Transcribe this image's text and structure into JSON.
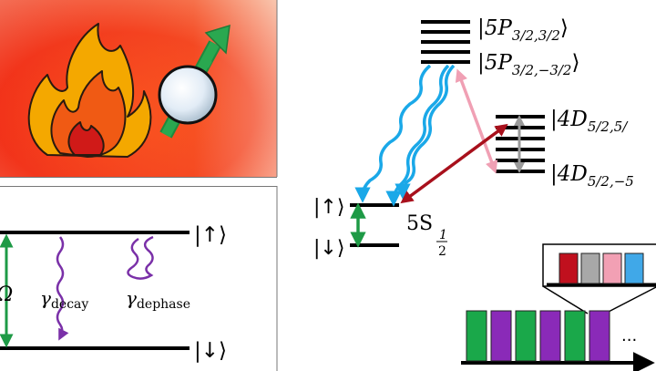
{
  "hot_panel": {
    "fire_icon": "fire-icon",
    "spin_icon": "spin-arrow-icon"
  },
  "two_level": {
    "upper_state": "|↑⟩",
    "lower_state": "|↓⟩",
    "rabi_label": "Ω",
    "decay_gamma": "γ",
    "decay_sub": "decay",
    "dephase_gamma": "γ",
    "dephase_sub": "dephase"
  },
  "atom_levels": {
    "p_upper_prefix": "|5P",
    "p_upper_sub": "3/2,3/2",
    "p_upper_suffix": "⟩",
    "p_lower_prefix": "|5P",
    "p_lower_sub": "3/2,−3/2",
    "p_lower_suffix": "⟩",
    "d_upper_prefix": "|4D",
    "d_upper_sub": "5/2,5/",
    "d_lower_prefix": "|4D",
    "d_lower_sub": "5/2,−5",
    "ground_up": "|↑⟩",
    "ground_down": "|↓⟩",
    "s_label": "5S",
    "s_num": "1",
    "s_den": "2"
  },
  "sequence": {
    "ellipsis": "...",
    "zoom_bars": [
      "#c0101e",
      "#a8a8a8",
      "#f2a0b4",
      "#40a8e8"
    ],
    "main_bars": [
      "#1aa84a",
      "#8a2ab8",
      "#1aa84a",
      "#8a2ab8",
      "#1aa84a",
      "#8a2ab8"
    ]
  },
  "colors": {
    "fire_red": "#f03018",
    "fire_orange": "#f8a000",
    "green_arrow": "#1e9a46",
    "cyan_wave": "#1aa8e8",
    "pink_arrow": "#f0a0b4",
    "dark_red_arrow": "#a8101c",
    "purple_wave": "#7a30a8",
    "gray_arrow": "#9a9a9a"
  }
}
